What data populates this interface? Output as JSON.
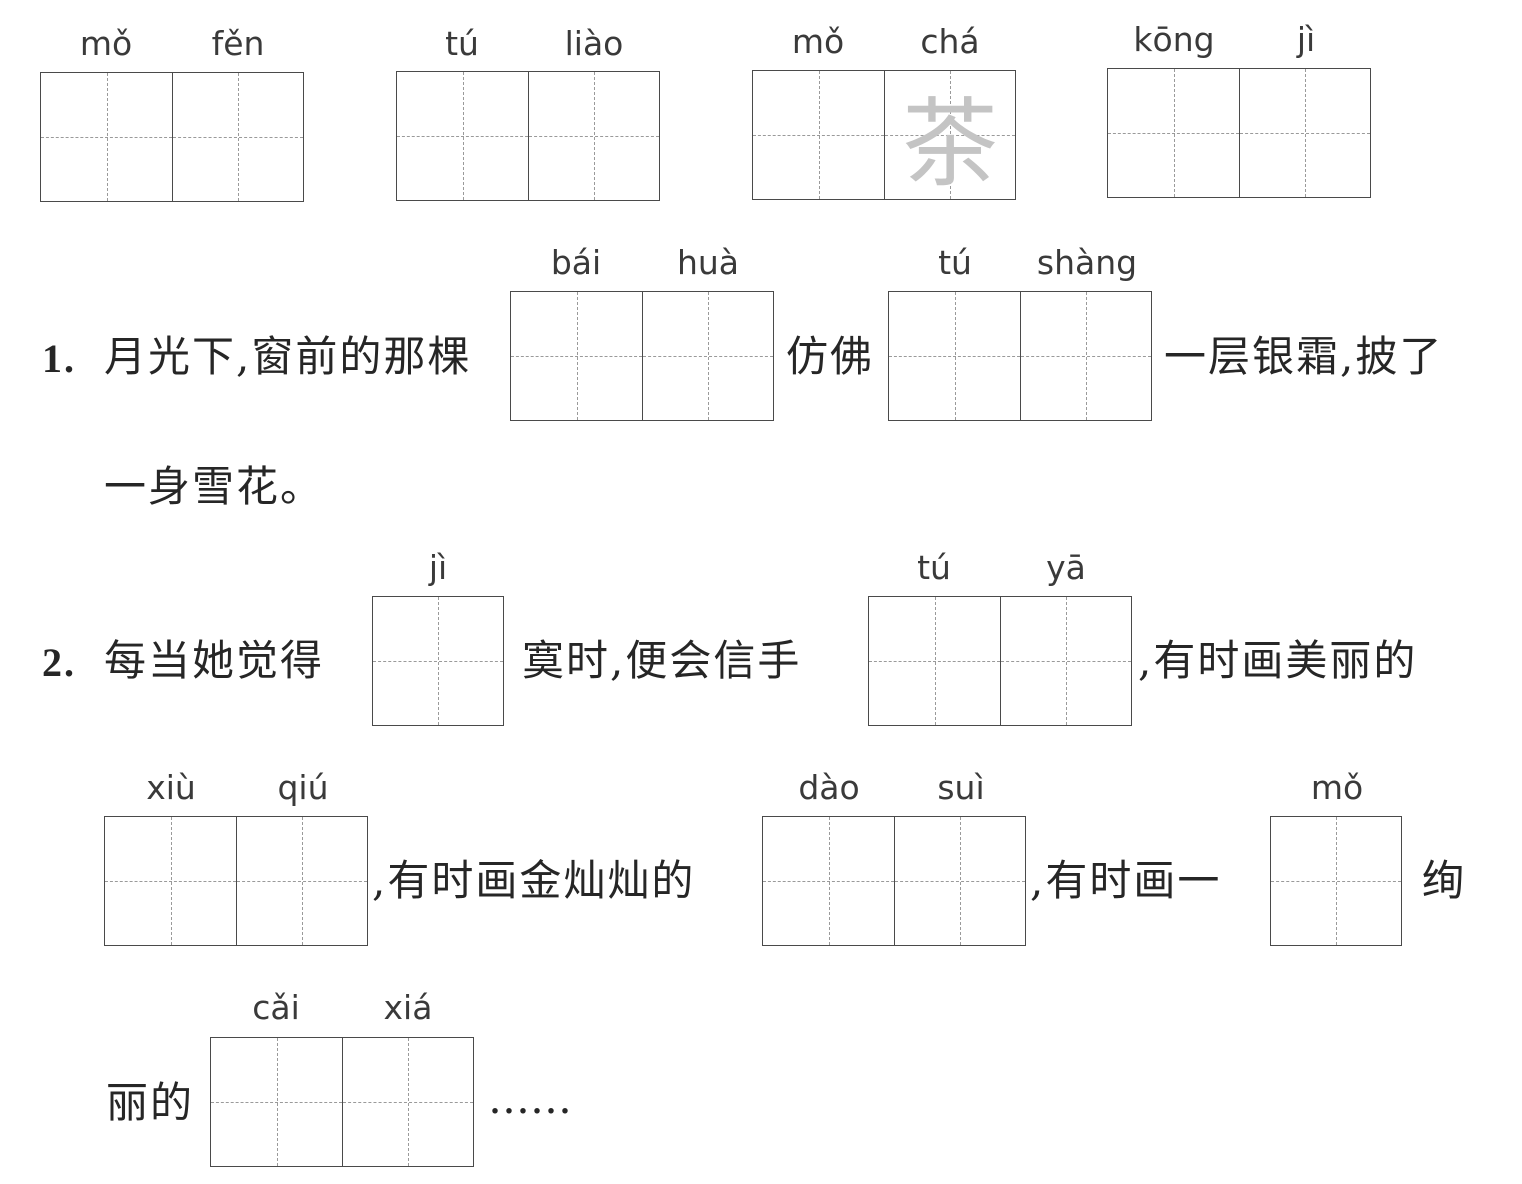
{
  "top_row": [
    {
      "pinyin": [
        "mǒ",
        "fěn"
      ]
    },
    {
      "pinyin": [
        "tú",
        "liào"
      ]
    },
    {
      "pinyin": [
        "mǒ",
        "chá"
      ],
      "prefilled": [
        "",
        "茶"
      ]
    },
    {
      "pinyin": [
        "kōng",
        "jì"
      ]
    }
  ],
  "q1": {
    "number": "1.",
    "text_a": "月光下,窗前的那棵",
    "box1_pinyin": [
      "bái",
      "huà"
    ],
    "text_b": "仿佛",
    "box2_pinyin": [
      "tú",
      "shàng"
    ],
    "text_c": "一层银霜,披了",
    "text_d": "一身雪花。"
  },
  "q2": {
    "number": "2.",
    "text_a": "每当她觉得",
    "box1_pinyin": [
      "jì"
    ],
    "text_b": "寞时,便会信手",
    "box2_pinyin": [
      "tú",
      "yā"
    ],
    "text_c": ",有时画美丽的",
    "box3_pinyin": [
      "xiù",
      "qiú"
    ],
    "text_d": ",有时画金灿灿的",
    "box4_pinyin": [
      "dào",
      "suì"
    ],
    "text_e": ",有时画一",
    "box5_pinyin": [
      "mǒ"
    ],
    "text_f": "绚",
    "text_g": "丽的",
    "box6_pinyin": [
      "cǎi",
      "xiá"
    ],
    "text_h": "……"
  }
}
